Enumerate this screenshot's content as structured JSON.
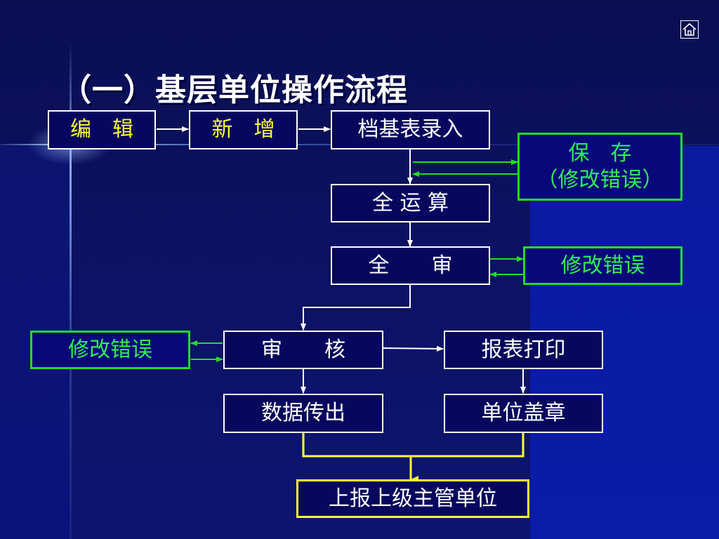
{
  "title": "（一）基层单位操作流程",
  "home_icon": "home-icon",
  "nodes": {
    "edit": "编　辑",
    "add": "新　增",
    "input": "档基表录入",
    "save": "保　存\n（修改错误）",
    "calc": "全 运 算",
    "audit_all": "全　　审",
    "fix1": "修改错误",
    "fix2": "修改错误",
    "review": "审　　核",
    "print": "报表打印",
    "transfer": "数据传出",
    "stamp": "单位盖章",
    "report": "上报上级主管单位"
  },
  "colors": {
    "background": "#0c1266",
    "box_fill": "#07075e",
    "white_border": "#ffffff",
    "green_border": "#22dd22",
    "yellow_border": "#ffff33",
    "label_yellow": "#ffff33",
    "label_green": "#33ee55"
  }
}
